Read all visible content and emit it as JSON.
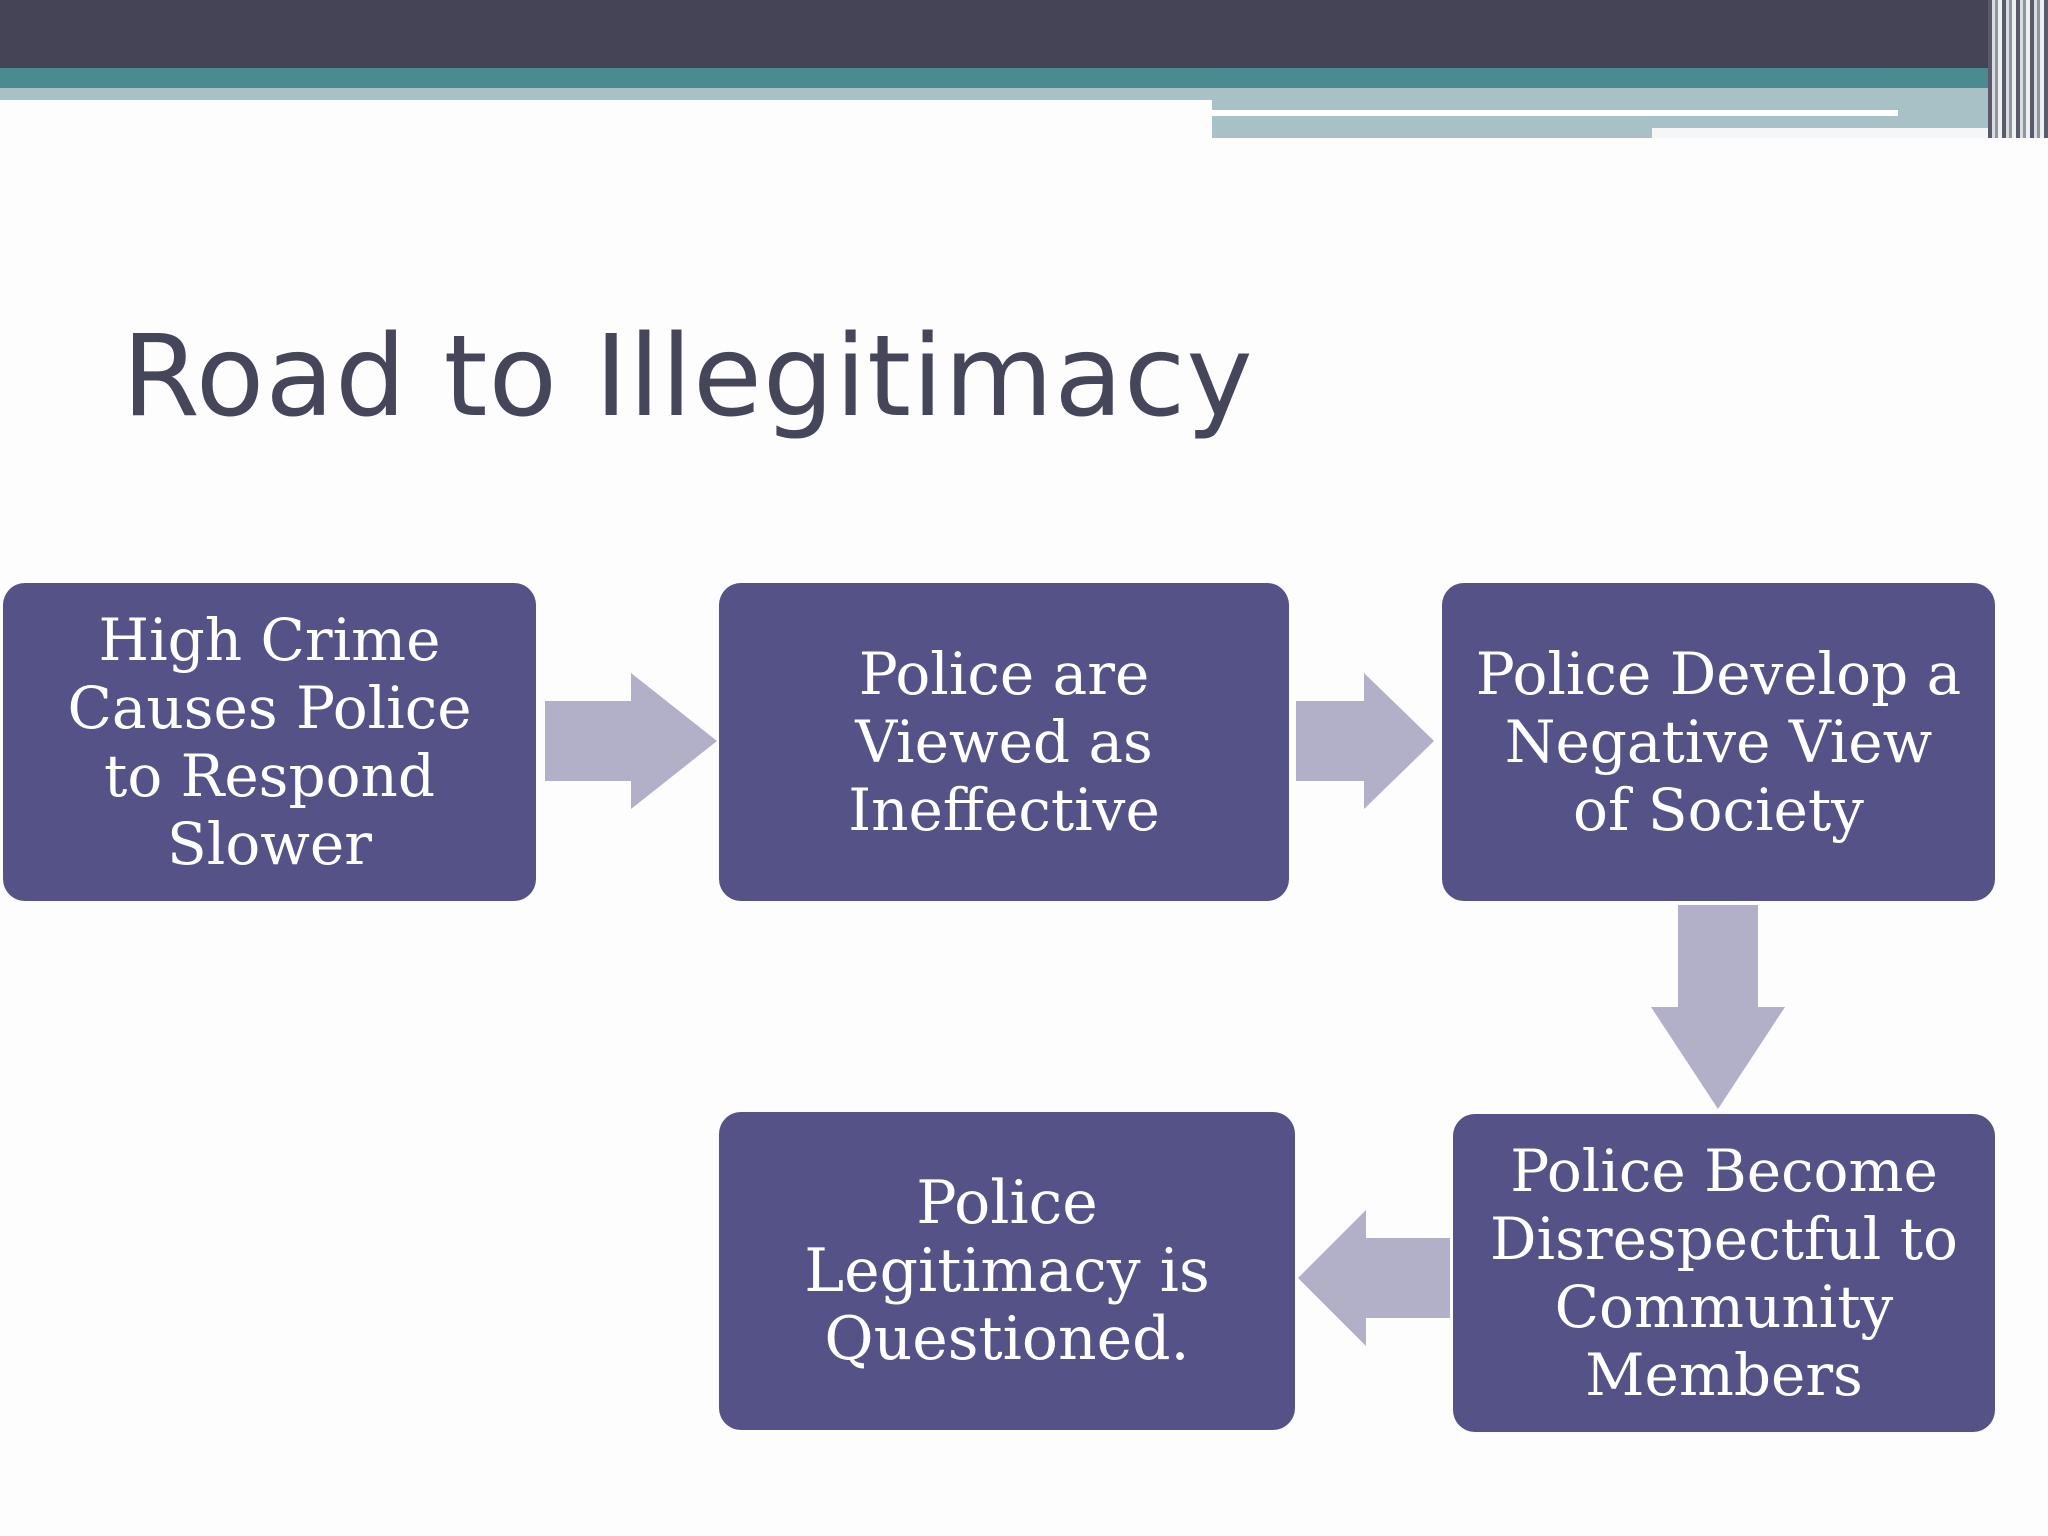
{
  "slide": {
    "title": "Road to Illegitimacy"
  },
  "diagram": {
    "nodes": [
      {
        "id": "n1",
        "label": "High Crime Causes Police to Respond Slower"
      },
      {
        "id": "n2",
        "label": "Police are Viewed as Ineffective"
      },
      {
        "id": "n3",
        "label": "Police Develop a Negative View of Society"
      },
      {
        "id": "n4",
        "label": "Police Become Disrespectful to Community Members"
      },
      {
        "id": "n5",
        "label": "Police Legitimacy is Questioned."
      }
    ],
    "edges": [
      {
        "from": "n1",
        "to": "n2",
        "direction": "right"
      },
      {
        "from": "n2",
        "to": "n3",
        "direction": "right"
      },
      {
        "from": "n3",
        "to": "n4",
        "direction": "down"
      },
      {
        "from": "n4",
        "to": "n5",
        "direction": "left"
      }
    ]
  },
  "colors": {
    "node_fill": "#545286",
    "node_text": "#ffffff",
    "arrow_fill": "#b1b0c8",
    "title_text": "#46465a",
    "header_dark": "#454457",
    "header_teal": "#4b8a91",
    "header_light": "#a8c1c7"
  }
}
